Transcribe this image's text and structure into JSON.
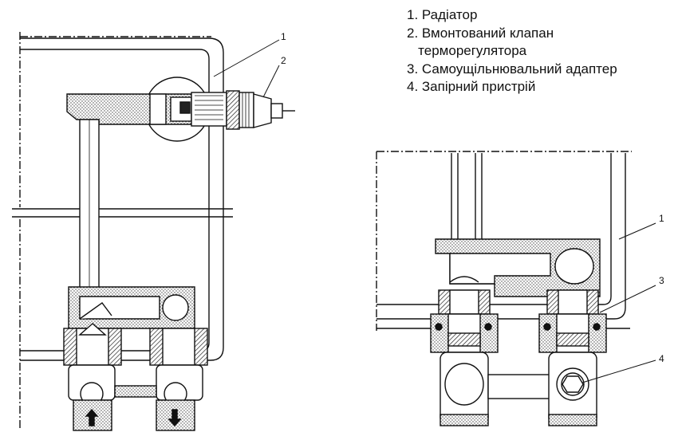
{
  "legend": {
    "items": [
      "1. Радіатор",
      "2. Вмонтований клапан",
      "   терморегулятора",
      "3. Самоущільнювальний адаптер",
      "4. Запірний пристрій"
    ]
  },
  "left_diagram": {
    "callouts": [
      "1",
      "2"
    ],
    "flow_arrows": [
      "up",
      "down"
    ]
  },
  "right_diagram": {
    "callouts": [
      "1",
      "3",
      "4"
    ]
  },
  "colors": {
    "line": "#111111",
    "hatch": "#555555",
    "background": "#ffffff"
  }
}
